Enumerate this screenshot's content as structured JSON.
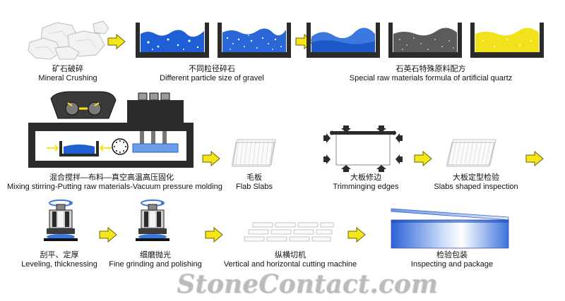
{
  "steps": [
    {
      "zh": "矿石破碎",
      "en": "Mineral Crushing"
    },
    {
      "zh": "不同粒径碎石",
      "en": "Different particle size of gravel"
    },
    {
      "zh": "石英石特殊原料配方",
      "en": "Special raw materials formula of artificial quartz"
    },
    {
      "zh": "混合搅拌—布料—真空高温高压固化",
      "en": "Mixing stirring-Putting raw materials-Vacuum pressure molding"
    },
    {
      "zh": "毛板",
      "en": "Flab Slabs"
    },
    {
      "zh": "大板修边",
      "en": "Trimminging edges"
    },
    {
      "zh": "大板定型检验",
      "en": "Slabs shaped inspection"
    },
    {
      "zh": "刮平、定厚",
      "en": "Leveling, thicknessing"
    },
    {
      "zh": "细磨抛光",
      "en": "Fine grinding and polishing"
    },
    {
      "zh": "纵横切机",
      "en": "Vertical and horizontal cutting machine"
    },
    {
      "zh": "检验包装",
      "en": "Inspecting and package"
    }
  ],
  "watermark": "StoneContact.com",
  "colors": {
    "arrow_fill": "#f5e61a",
    "arrow_stroke": "#6b6400",
    "blue": "#1f5fd6",
    "yellow": "#f2e21c",
    "gray": "#5b5b5b",
    "machine": "#2b2b2b"
  }
}
